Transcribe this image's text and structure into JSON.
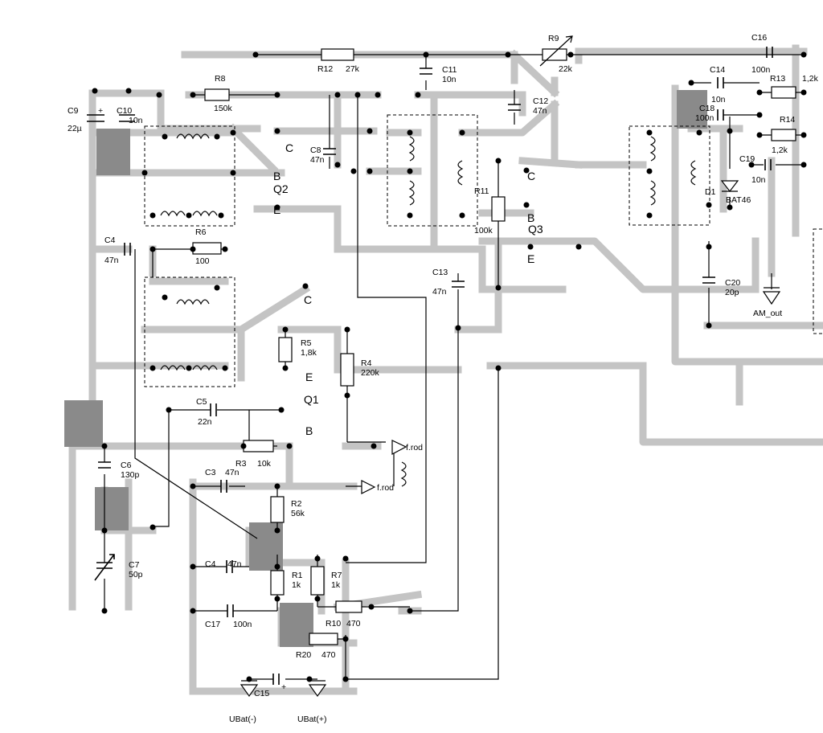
{
  "components": {
    "c9": {
      "ref": "C9",
      "value": "22µ"
    },
    "c10": {
      "ref": "C10",
      "value": "10n"
    },
    "r8": {
      "ref": "R8",
      "value": "150k"
    },
    "r12": {
      "ref": "R12",
      "value": "27k"
    },
    "c11": {
      "ref": "C11",
      "value": "10n"
    },
    "r9": {
      "ref": "R9",
      "value": "22k"
    },
    "c12": {
      "ref": "C12",
      "value": "47n"
    },
    "c16": {
      "ref": "C16",
      "value": "100n"
    },
    "c14": {
      "ref": "C14",
      "value": "10n"
    },
    "r13": {
      "ref": "R13",
      "value": "1,2k"
    },
    "c18": {
      "ref": "C18",
      "value": "100n"
    },
    "r14": {
      "ref": "R14",
      "value": "1,2k"
    },
    "c19": {
      "ref": "C19",
      "value": "10n"
    },
    "d1": {
      "ref": "D1",
      "value": "BAT46"
    },
    "c8": {
      "ref": "C8",
      "value": "47n"
    },
    "r11": {
      "ref": "R11",
      "value": "100k"
    },
    "c4a": {
      "ref": "C4",
      "value": "47n"
    },
    "r6": {
      "ref": "R6",
      "value": "100"
    },
    "c13": {
      "ref": "C13",
      "value": "47n"
    },
    "c20": {
      "ref": "C20",
      "value": "20p"
    },
    "r5": {
      "ref": "R5",
      "value": "1,8k"
    },
    "r4": {
      "ref": "R4",
      "value": "220k"
    },
    "c5": {
      "ref": "C5",
      "value": "22n"
    },
    "c6": {
      "ref": "C6",
      "value": "130p"
    },
    "r3": {
      "ref": "R3",
      "value": "10k"
    },
    "c3": {
      "ref": "C3",
      "value": "47n"
    },
    "r2": {
      "ref": "R2",
      "value": "56k"
    },
    "c7": {
      "ref": "C7",
      "value": "50p"
    },
    "c4b": {
      "ref": "C4",
      "value": "47n"
    },
    "r1": {
      "ref": "R1",
      "value": "1k"
    },
    "r7": {
      "ref": "R7",
      "value": "1k"
    },
    "c17": {
      "ref": "C17",
      "value": "100n"
    },
    "r10": {
      "ref": "R10",
      "value": "470"
    },
    "r20": {
      "ref": "R20",
      "value": "470"
    },
    "c15": {
      "ref": "C15",
      "value": ""
    }
  },
  "transistors": {
    "q2": {
      "ref": "Q2",
      "c": "C",
      "b": "B",
      "e": "E"
    },
    "q3": {
      "ref": "Q3",
      "c": "C",
      "b": "B",
      "e": "E"
    },
    "q1": {
      "ref": "Q1",
      "c": "C",
      "b": "B",
      "e": "E"
    }
  },
  "nets": {
    "am_out": "AM_out",
    "frod_top": "f.rod",
    "frod_bottom": "f.rod",
    "supply_minus": "UBat(-)",
    "supply_plus": "UBat(+)",
    "plus_sign": "+"
  }
}
